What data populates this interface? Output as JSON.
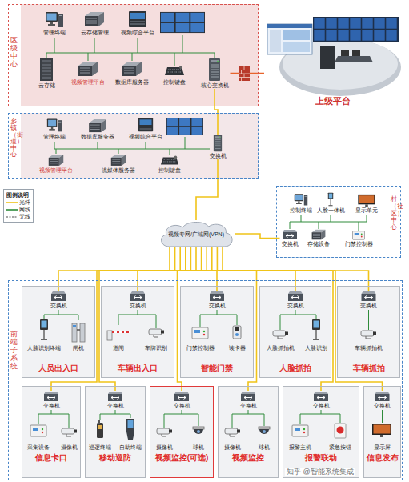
{
  "diagram": {
    "nodes": [
      {
        "text": [
          "区级中心"
        ]
      },
      {
        "text": [
          "管理终端"
        ],
        "in": 0
      },
      {
        "text": [
          "云存储管理"
        ],
        "in": 0
      },
      {
        "text": [
          "视频综合平台"
        ],
        "in": 0
      },
      {
        "text": [
          "云存储"
        ],
        "in": 0
      },
      {
        "text": [
          "视频管理平台"
        ],
        "in": 0
      },
      {
        "text": [
          "数据库服务器"
        ],
        "in": 0
      },
      {
        "text": [
          "控制键盘"
        ],
        "in": 0
      },
      {
        "text": [
          "核心交换机"
        ],
        "in": 0
      },
      {
        "text": [
          "上级平台"
        ]
      },
      {
        "text": [
          "乡镇（街道）中心"
        ]
      },
      {
        "text": [
          "管理终端"
        ],
        "in": 10
      },
      {
        "text": [
          "数据库服务器"
        ],
        "in": 10
      },
      {
        "text": [
          "视频综合平台"
        ],
        "in": 10
      },
      {
        "text": [
          "视频管理平台"
        ],
        "in": 10
      },
      {
        "text": [
          "流媒体服务器"
        ],
        "in": 10
      },
      {
        "text": [
          "控制键盘"
        ],
        "in": 10
      },
      {
        "text": [
          "交换机"
        ],
        "in": 10
      },
      {
        "text": [
          "视频专网/广域网(VPN)"
        ]
      },
      {
        "text": [
          "村（社区）中心"
        ]
      },
      {
        "text": [
          "控制终端"
        ],
        "in": 19
      },
      {
        "text": [
          "人脸一体机"
        ],
        "in": 19
      },
      {
        "text": [
          "交换机"
        ],
        "in": 19
      },
      {
        "text": [
          "存储设备"
        ],
        "in": 19
      },
      {
        "text": [
          "门禁控制器"
        ],
        "in": 19
      },
      {
        "text": [
          "显示单元"
        ],
        "in": 19
      },
      {
        "text": [
          "前端子系统"
        ]
      },
      {
        "text": [
          "人员出入口"
        ],
        "in": 26
      },
      {
        "text": [
          "交换机"
        ],
        "in": 27
      },
      {
        "text": [
          "车辆出入口"
        ],
        "in": 26
      },
      {
        "text": [
          "交换机"
        ],
        "in": 29
      },
      {
        "text": [
          "智能门禁"
        ],
        "in": 26
      },
      {
        "text": [
          "交换机"
        ],
        "in": 31
      },
      {
        "text": [
          "人脸抓拍"
        ],
        "in": 26
      },
      {
        "text": [
          "交换机"
        ],
        "in": 33
      },
      {
        "text": [
          "车辆抓拍"
        ],
        "in": 26
      },
      {
        "text": [
          "交换机"
        ],
        "in": 35
      },
      {
        "text": [
          "信息卡口"
        ],
        "in": 26
      },
      {
        "text": [
          "交换机"
        ],
        "in": 37
      },
      {
        "text": [
          "移动巡防"
        ],
        "in": 26
      },
      {
        "text": [
          "交换机"
        ],
        "in": 39
      },
      {
        "text": [
          "视频监控(可选)"
        ],
        "in": 26
      },
      {
        "text": [
          "交换机"
        ],
        "in": 41
      },
      {
        "text": [
          "视频监控"
        ],
        "in": 26
      },
      {
        "text": [
          "交换机"
        ],
        "in": 43
      },
      {
        "text": [
          "报警联动"
        ],
        "in": 26
      },
      {
        "text": [
          "交换机"
        ],
        "in": 45
      },
      {
        "text": [
          "信息发布"
        ],
        "in": 26
      },
      {
        "text": [
          "交换机"
        ],
        "in": 47
      }
    ],
    "edges": [
      {
        "from": 8,
        "to": 9,
        "arrow": "none"
      },
      {
        "from": 8,
        "to": 17,
        "arrow": "none"
      },
      {
        "from": 17,
        "to": 18,
        "arrow": "none"
      },
      {
        "from": 18,
        "to": 22,
        "arrow": "none"
      },
      {
        "from": 18,
        "to": 28,
        "arrow": "none"
      },
      {
        "from": 18,
        "to": 30,
        "arrow": "none"
      },
      {
        "from": 18,
        "to": 32,
        "arrow": "none"
      },
      {
        "from": 18,
        "to": 34,
        "arrow": "none"
      },
      {
        "from": 18,
        "to": 36,
        "arrow": "none"
      },
      {
        "from": 18,
        "to": 38,
        "arrow": "none"
      },
      {
        "from": 18,
        "to": 40,
        "arrow": "none"
      },
      {
        "from": 18,
        "to": 42,
        "arrow": "none"
      },
      {
        "from": 18,
        "to": 44,
        "arrow": "none"
      },
      {
        "from": 18,
        "to": 46,
        "arrow": "none"
      },
      {
        "from": 18,
        "to": 48,
        "arrow": "none"
      }
    ],
    "labels": [
      "图例说明",
      "人脸识别终端",
      "闸机",
      "道闸",
      "车牌识别",
      "门禁控制器",
      "读卡器",
      "人脸抓拍机",
      "人脸识别",
      "车辆抓拍机",
      "采集设备",
      "摄像机",
      "巡逻终端",
      "自助终端",
      "摄像机",
      "球机",
      "摄像机",
      "球机",
      "报警主机",
      "紧急按钮",
      "显示屏",
      "知乎 @智能系统集成"
    ],
    "legend": [
      {
        "text": "光纤"
      },
      {
        "text": "网线"
      },
      {
        "text": "无线"
      }
    ]
  }
}
